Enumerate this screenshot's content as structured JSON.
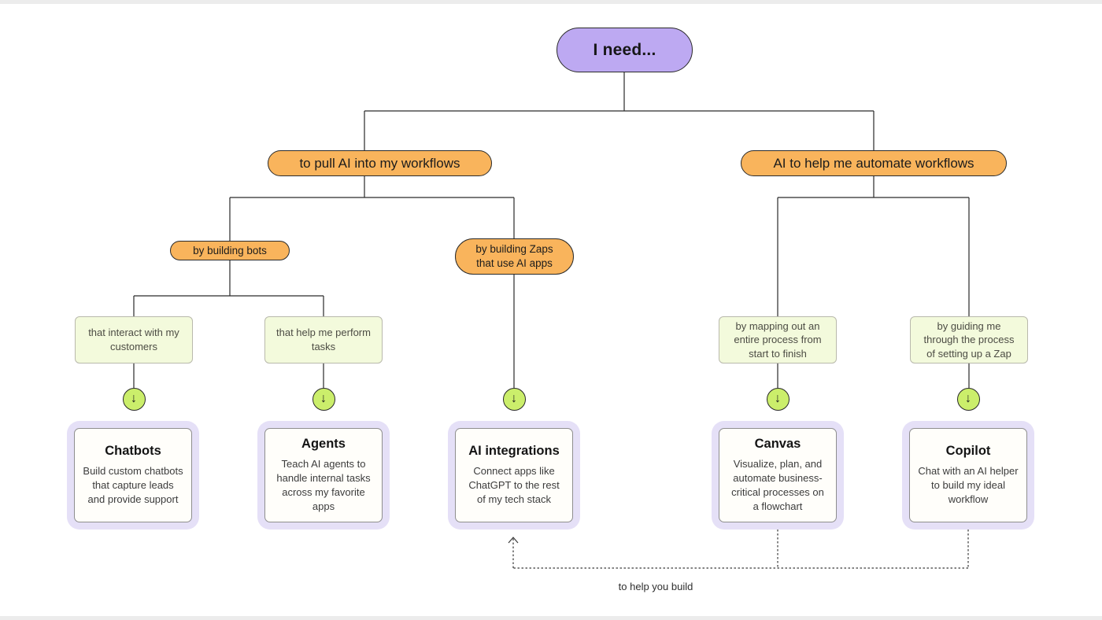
{
  "colors": {
    "root_purple": "#bda9f2",
    "branch_orange": "#f9b45c",
    "condition_green": "#f3fadc",
    "arrow_circle_green": "#cbee6b",
    "card_lavender": "#e5e0f7",
    "card_background": "#fffefa",
    "line": "#2a2a2a"
  },
  "root": {
    "label": "I need..."
  },
  "branches": {
    "pull_ai": {
      "label": "to pull AI into my workflows"
    },
    "automate": {
      "label": "AI to help me automate workflows"
    }
  },
  "methods": {
    "bots": {
      "label": "by building bots"
    },
    "zaps": {
      "label": "by building Zaps that use AI apps"
    }
  },
  "conditions": {
    "customers": {
      "label": "that interact with my customers"
    },
    "tasks": {
      "label": "that help me perform tasks"
    },
    "mapping": {
      "label": "by mapping out an entire process from start to finish"
    },
    "guiding": {
      "label": "by guiding me through the process of setting up a Zap"
    }
  },
  "products": [
    {
      "title": "Chatbots",
      "description": "Build custom chatbots that capture leads and provide support"
    },
    {
      "title": "Agents",
      "description": "Teach AI agents to handle internal tasks across my favorite apps"
    },
    {
      "title": "AI integrations",
      "description": "Connect apps like ChatGPT to the rest of my tech stack"
    },
    {
      "title": "Canvas",
      "description": "Visualize, plan, and automate business-critical processes on a flowchart"
    },
    {
      "title": "Copilot",
      "description": "Chat with an AI helper to build my ideal workflow"
    }
  ],
  "icons": {
    "down_arrow": "↓"
  },
  "annotations": {
    "dashed_connector_label": "to help you build"
  }
}
